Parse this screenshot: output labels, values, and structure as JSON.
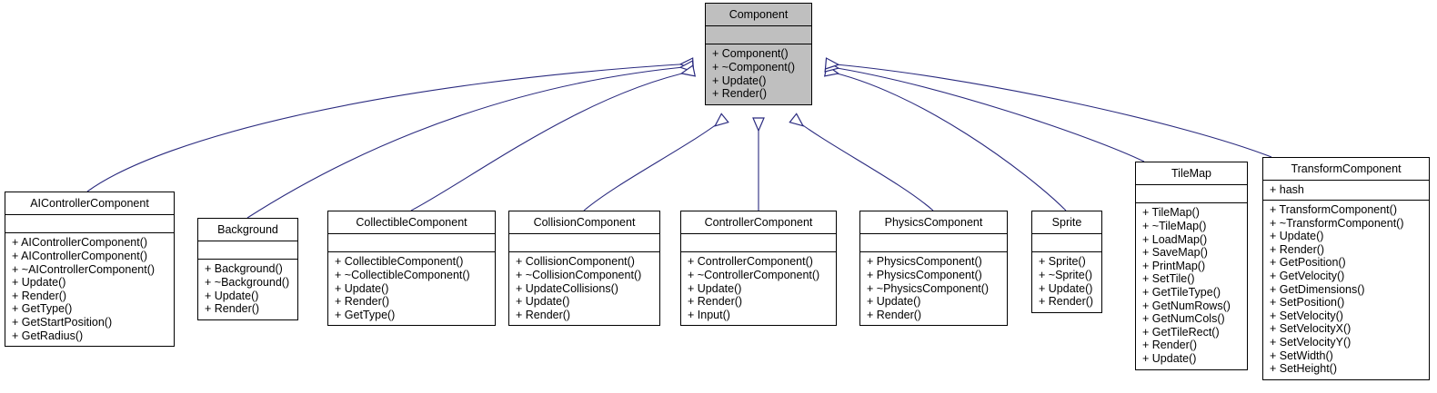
{
  "diagram": {
    "kind": "uml-class-inheritance",
    "root": "Component",
    "colors": {
      "root_fill": "#bfbfbf",
      "node_fill": "#ffffff",
      "border": "#000000",
      "edge": "#2a2a7f",
      "text": "#000000",
      "background": "#ffffff"
    }
  },
  "nodes": [
    {
      "id": "component",
      "name": "Component",
      "attributes": [],
      "operations": [
        "+ Component()",
        "+ ~Component()",
        "+ Update()",
        "+ Render()"
      ]
    },
    {
      "id": "aicontrollercomponent",
      "name": "AIControllerComponent",
      "attributes": [],
      "operations": [
        "+ AIControllerComponent()",
        "+ AIControllerComponent()",
        "+ ~AIControllerComponent()",
        "+ Update()",
        "+ Render()",
        "+ GetType()",
        "+ GetStartPosition()",
        "+ GetRadius()"
      ]
    },
    {
      "id": "background",
      "name": "Background",
      "attributes": [],
      "operations": [
        "+ Background()",
        "+ ~Background()",
        "+ Update()",
        "+ Render()"
      ]
    },
    {
      "id": "collectiblecomponent",
      "name": "CollectibleComponent",
      "attributes": [],
      "operations": [
        "+ CollectibleComponent()",
        "+ ~CollectibleComponent()",
        "+ Update()",
        "+ Render()",
        "+ GetType()"
      ]
    },
    {
      "id": "collisioncomponent",
      "name": "CollisionComponent",
      "attributes": [],
      "operations": [
        "+ CollisionComponent()",
        "+ ~CollisionComponent()",
        "+ UpdateCollisions()",
        "+ Update()",
        "+ Render()"
      ]
    },
    {
      "id": "controllercomponent",
      "name": "ControllerComponent",
      "attributes": [],
      "operations": [
        "+ ControllerComponent()",
        "+ ~ControllerComponent()",
        "+ Update()",
        "+ Render()",
        "+ Input()"
      ]
    },
    {
      "id": "physicscomponent",
      "name": "PhysicsComponent",
      "attributes": [],
      "operations": [
        "+ PhysicsComponent()",
        "+ PhysicsComponent()",
        "+ ~PhysicsComponent()",
        "+ Update()",
        "+ Render()"
      ]
    },
    {
      "id": "sprite",
      "name": "Sprite",
      "attributes": [],
      "operations": [
        "+ Sprite()",
        "+ ~Sprite()",
        "+ Update()",
        "+ Render()"
      ]
    },
    {
      "id": "tilemap",
      "name": "TileMap",
      "attributes": [],
      "operations": [
        "+ TileMap()",
        "+ ~TileMap()",
        "+ LoadMap()",
        "+ SaveMap()",
        "+ PrintMap()",
        "+ SetTile()",
        "+ GetTileType()",
        "+ GetNumRows()",
        "+ GetNumCols()",
        "+ GetTileRect()",
        "+ Render()",
        "+ Update()"
      ]
    },
    {
      "id": "transformcomponent",
      "name": "TransformComponent",
      "attributes": [
        "+ hash"
      ],
      "operations": [
        "+ TransformComponent()",
        "+ ~TransformComponent()",
        "+ Update()",
        "+ Render()",
        "+ GetPosition()",
        "+ GetVelocity()",
        "+ GetDimensions()",
        "+ SetPosition()",
        "+ SetVelocity()",
        "+ SetVelocityX()",
        "+ SetVelocityY()",
        "+ SetWidth()",
        "+ SetHeight()"
      ]
    }
  ],
  "edges": [
    {
      "from": "aicontrollercomponent",
      "to": "component",
      "type": "generalization"
    },
    {
      "from": "background",
      "to": "component",
      "type": "generalization"
    },
    {
      "from": "collectiblecomponent",
      "to": "component",
      "type": "generalization"
    },
    {
      "from": "collisioncomponent",
      "to": "component",
      "type": "generalization"
    },
    {
      "from": "controllercomponent",
      "to": "component",
      "type": "generalization"
    },
    {
      "from": "physicscomponent",
      "to": "component",
      "type": "generalization"
    },
    {
      "from": "sprite",
      "to": "component",
      "type": "generalization"
    },
    {
      "from": "tilemap",
      "to": "component",
      "type": "generalization"
    },
    {
      "from": "transformcomponent",
      "to": "component",
      "type": "generalization"
    }
  ]
}
